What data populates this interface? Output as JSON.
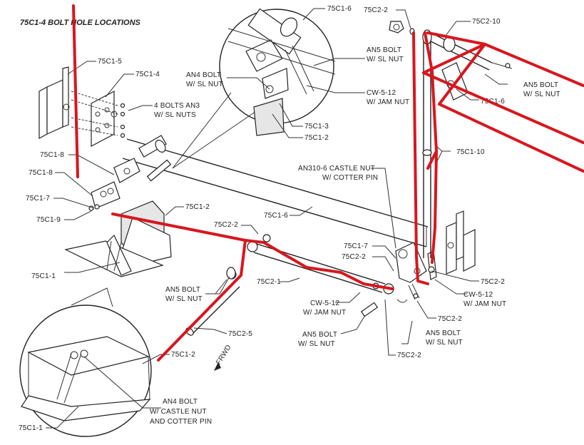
{
  "title": "75C1-4 BOLT HOLE LOCATIONS",
  "frwd": "FRWD",
  "labels": {
    "c1_6_top": "75C1-6",
    "c1_5": "75C1-5",
    "c1_4": "75C1-4",
    "bolts_an3_1": "4 BOLTS AN3",
    "bolts_an3_2": "W/ SL NUTS",
    "c1_8a": "75C1-8",
    "c1_8b": "75C1-8",
    "c1_7_left": "75C1-7",
    "c1_9": "75C1-9",
    "c1_1_mid": "75C1-1",
    "c1_2_mid": "75C1-2",
    "an4_1": "AN4 BOLT",
    "an4_2": "W/ SL NUT",
    "an5_top_1": "AN5 BOLT",
    "an5_top_2": "W/ SL NUT",
    "cw_top_1": "CW-5-12",
    "cw_top_2": "W/ JAM NUT",
    "c1_3": "75C1-3",
    "c1_2_top": "75C1-2",
    "c2_2_top": "75C2-2",
    "c2_10": "75C2-10",
    "an5_right_1": "AN5 BOLT",
    "an5_right_2": "W/ SL NUT",
    "c1_6_right": "75C1-6",
    "c1_10": "75C1-10",
    "an310_1": "AN310-6 CASTLE NUT",
    "an310_2": "W/ COTTER PIN",
    "c1_6_mid": "75C1-6",
    "c2_2_mid": "75C2-2",
    "c1_7_right": "75C1-7",
    "c2_2_right": "75C2-2",
    "c2_2_far": "75C2-2",
    "c2_1": "75C2-1",
    "an5_mid_1": "AN5 BOLT",
    "an5_mid_2": "W/ SL NUT",
    "cw_mid_1": "CW-5-12",
    "cw_mid_2": "W/ JAM NUT",
    "cw_right_1": "CW-5-12",
    "cw_right_2": "W/ JAM NUT",
    "c2_2_low": "75C2-2",
    "an5_low_1": "AN5 BOLT",
    "an5_low_2": "W/ SL NUT",
    "an5_bot_1": "AN5 BOLT",
    "an5_bot_2": "W/ SL NUT",
    "c2_2_bot": "75C2-2",
    "c2_5": "75C2-5",
    "c1_2_bot": "75C1-2",
    "an4c_1": "AN4 BOLT",
    "an4c_2": "W/ CASTLE NUT",
    "an4c_3": "AND COTTER PIN",
    "c1_1_bot": "75C1-1"
  },
  "colors": {
    "markup": "#d8161e",
    "ink": "#222222"
  }
}
